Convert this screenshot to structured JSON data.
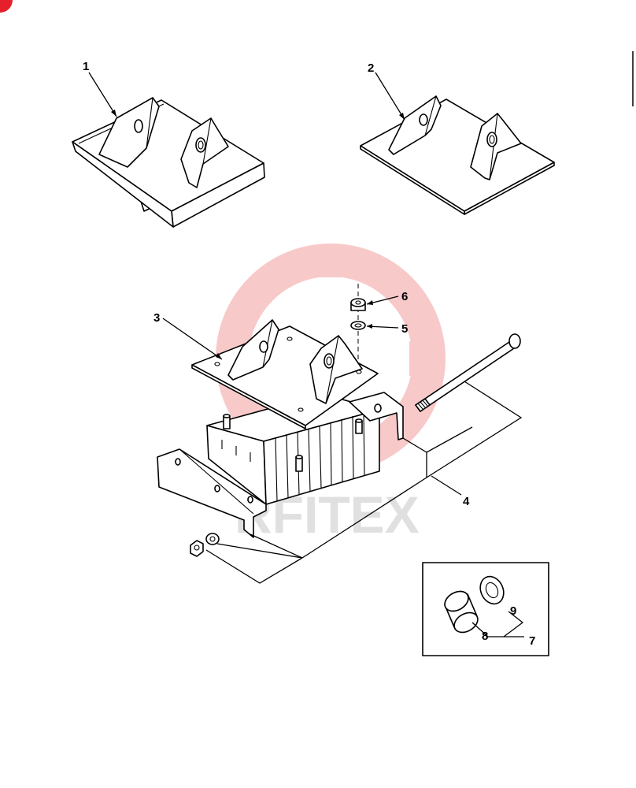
{
  "callouts": {
    "c1": "1",
    "c2": "2",
    "c3": "3",
    "c4": "4",
    "c5": "5",
    "c6": "6",
    "c7": "7",
    "c8": "8",
    "c9": "9"
  },
  "watermark": {
    "text": "RFITEX",
    "color": "#f08a8a",
    "text_color": "#cccccc"
  },
  "colors": {
    "ink": "#000000",
    "background": "#ffffff",
    "corner_mark": "#e5202a"
  }
}
